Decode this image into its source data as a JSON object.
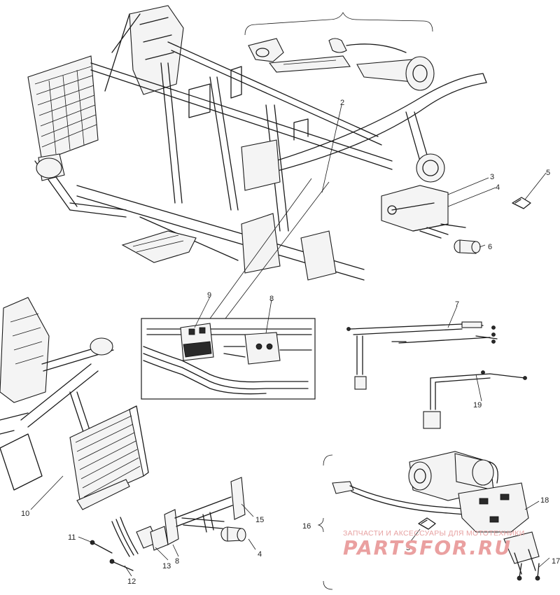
{
  "callouts": [
    {
      "id": "2",
      "text": "2"
    },
    {
      "id": "3",
      "text": "3"
    },
    {
      "id": "4a",
      "text": "4"
    },
    {
      "id": "5a",
      "text": "5"
    },
    {
      "id": "6",
      "text": "6"
    },
    {
      "id": "7",
      "text": "7"
    },
    {
      "id": "8a",
      "text": "8"
    },
    {
      "id": "9",
      "text": "9"
    },
    {
      "id": "10",
      "text": "10"
    },
    {
      "id": "11",
      "text": "11"
    },
    {
      "id": "12",
      "text": "12"
    },
    {
      "id": "13",
      "text": "13"
    },
    {
      "id": "8b",
      "text": "8"
    },
    {
      "id": "15",
      "text": "15"
    },
    {
      "id": "4b",
      "text": "4"
    },
    {
      "id": "16",
      "text": "16"
    },
    {
      "id": "5b",
      "text": "5"
    },
    {
      "id": "18",
      "text": "18"
    },
    {
      "id": "17",
      "text": "17"
    },
    {
      "id": "19",
      "text": "19"
    }
  ],
  "watermark": {
    "tagline": "ЗАПЧАСТИ И АКСЕССУАРЫ ДЛЯ МОТОТЕХНИКИ",
    "brand": "PARTSFOR.RU"
  },
  "colors": {
    "ink": "#1a1a1a",
    "watermark": "#e8a0a0"
  }
}
